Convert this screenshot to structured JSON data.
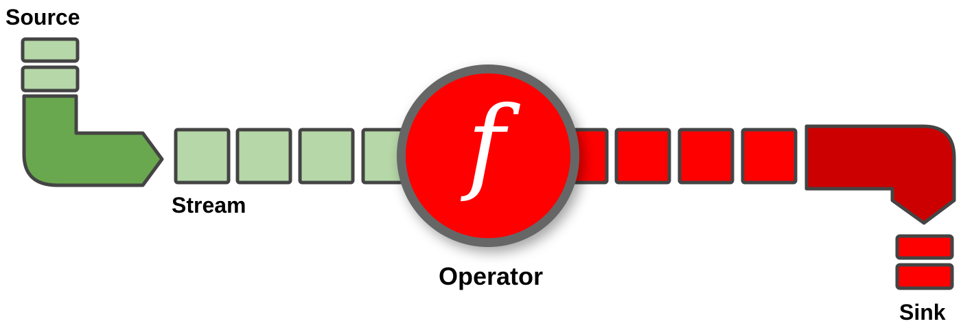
{
  "labels": {
    "source": "Source",
    "stream": "Stream",
    "operator": "Operator",
    "sink": "Sink"
  },
  "operator": {
    "symbol": "f"
  },
  "colors": {
    "outline": "#444444",
    "source_pipe": "#6aa84f",
    "input_block": "#b6d7a8",
    "output_block": "#ff0000",
    "sink_pipe": "#cc0000",
    "operator_fill": "#ff0000",
    "operator_ring": "#666666"
  }
}
